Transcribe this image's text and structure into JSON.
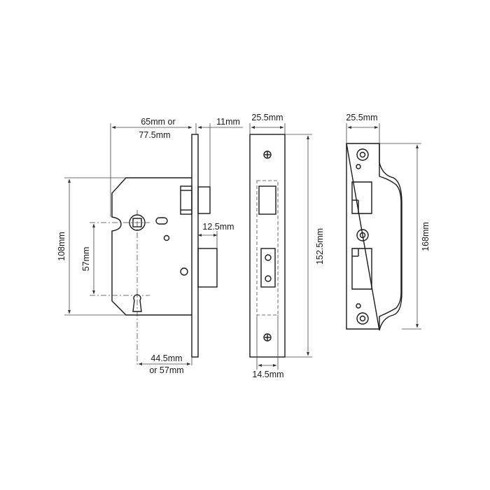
{
  "dimensions": {
    "case_width": "65mm or",
    "case_width_alt": "77.5mm",
    "faceplate_projection": "11mm",
    "bolt_projection": "12.5mm",
    "case_height": "108mm",
    "centres": "57mm",
    "backset": "44.5mm",
    "backset_alt": "or 57mm",
    "forend_width": "25.5mm",
    "forend_length": "152.5mm",
    "forend_depth": "14.5mm",
    "strike_width": "25.5mm",
    "strike_length": "168mm"
  },
  "colors": {
    "line": "#1a1a1a",
    "dimension": "#444444",
    "background": "#ffffff"
  }
}
